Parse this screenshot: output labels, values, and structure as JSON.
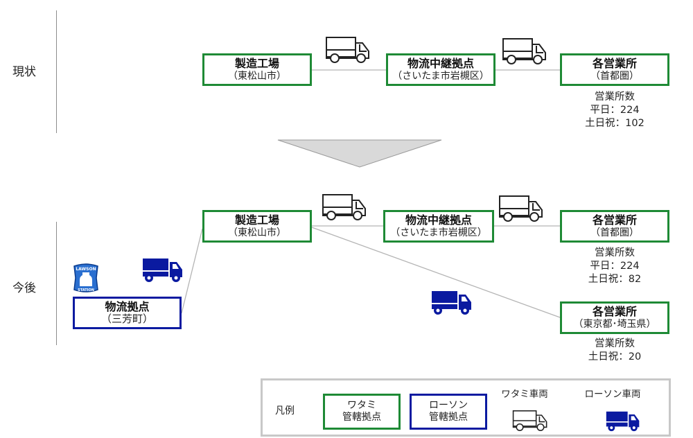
{
  "colors": {
    "watami_green": "#1e8a35",
    "lawson_blue": "#0a1aa0",
    "connector_gray": "#b4b4b4",
    "arrow_fill": "#d9d9d9"
  },
  "sections": {
    "current": {
      "label": "現状"
    },
    "future": {
      "label": "今後"
    }
  },
  "current": {
    "factory": {
      "title": "製造工場",
      "sub": "（東松山市）"
    },
    "relay": {
      "title": "物流中継拠点",
      "sub": "（さいたま市岩槻区）"
    },
    "offices": {
      "title": "各営業所",
      "sub": "（首都圏）"
    },
    "office_stats": [
      "営業所数",
      "平日：224",
      "土日祝：102"
    ],
    "trucks": [
      "watami-truck-icon",
      "watami-truck-icon"
    ]
  },
  "transition_arrow": {
    "icon": "down-triangle-arrow"
  },
  "future": {
    "factory": {
      "title": "製造工場",
      "sub": "（東松山市）"
    },
    "relay": {
      "title": "物流中継拠点",
      "sub": "（さいたま市岩槻区）"
    },
    "offices_capital": {
      "title": "各営業所",
      "sub": "（首都圏）"
    },
    "offices_capital_stats": [
      "営業所数",
      "平日：224",
      "土日祝：82"
    ],
    "offices_tokyo_saitama": {
      "title": "各営業所",
      "sub": "（東京都･埼玉県）"
    },
    "offices_tokyo_saitama_stats": [
      "営業所数",
      "土日祝：20"
    ],
    "lawson_hub": {
      "title": "物流拠点",
      "sub": "（三芳町）",
      "logo_top": "LAWSON",
      "logo_bottom": "STATION"
    }
  },
  "legend": {
    "label": "凡例",
    "watami_hub": [
      "ワタミ",
      "管轄拠点"
    ],
    "lawson_hub": [
      "ローソン",
      "管轄拠点"
    ],
    "watami_vehicle": "ワタミ車両",
    "lawson_vehicle": "ローソン車両"
  }
}
